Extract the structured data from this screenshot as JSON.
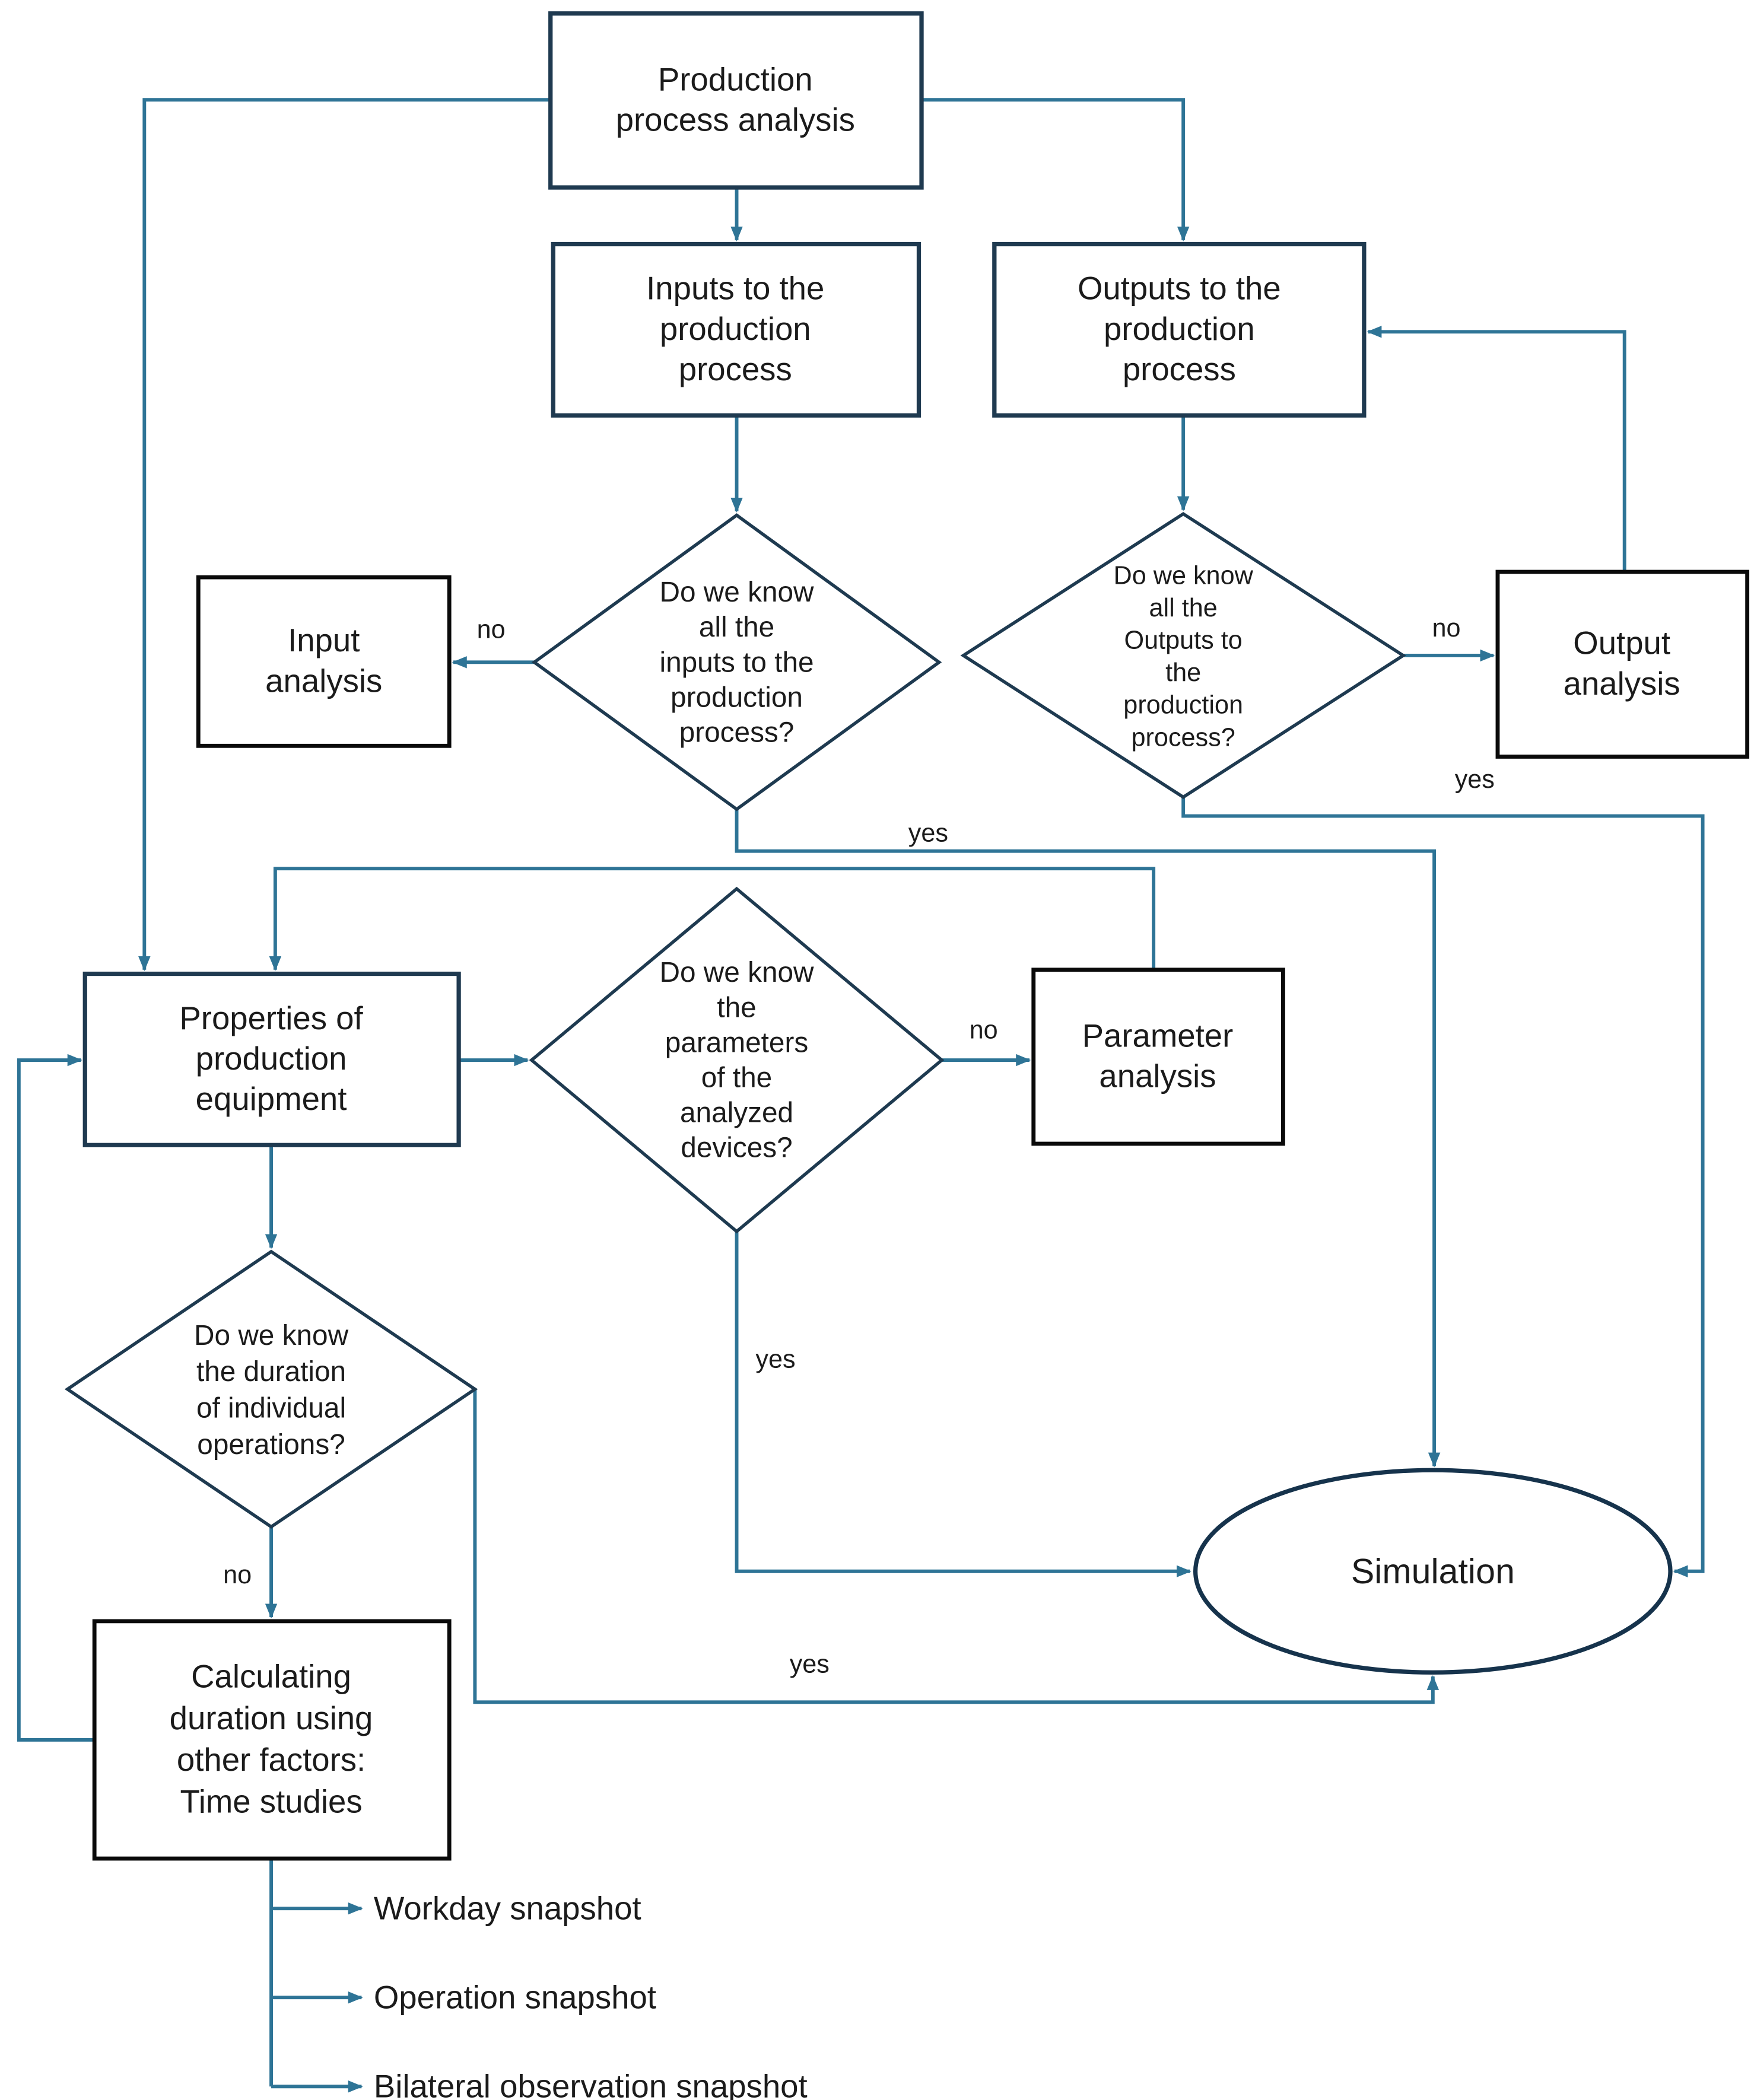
{
  "diagram": {
    "title": "Production process analysis flowchart",
    "colors": {
      "background": "#ffffff",
      "connector": "#2e7496",
      "box_border_navy": "#1f3a50",
      "box_border_black": "#0a0a0a",
      "ellipse_border": "#16334c",
      "text": "#1b1b1b"
    },
    "nodes": {
      "production": {
        "lines": [
          "Production",
          "process analysis"
        ]
      },
      "inputs_box": {
        "lines": [
          "Inputs to the",
          "production",
          "process"
        ]
      },
      "outputs_box": {
        "lines": [
          "Outputs to the",
          "production",
          "process"
        ]
      },
      "inputs_decision": {
        "lines": [
          "Do we know",
          "all the",
          "inputs to the",
          "production",
          "process?"
        ]
      },
      "outputs_decision": {
        "lines": [
          "Do we know",
          "all the",
          "Outputs to",
          "the",
          "production",
          "process?"
        ]
      },
      "input_analysis": {
        "lines": [
          "Input",
          "analysis"
        ]
      },
      "output_analysis": {
        "lines": [
          "Output",
          "analysis"
        ]
      },
      "properties": {
        "lines": [
          "Properties of",
          "production",
          "equipment"
        ]
      },
      "params_decision": {
        "lines": [
          "Do we know",
          "the",
          "parameters",
          "of the",
          "analyzed",
          "devices?"
        ]
      },
      "parameter_analysis": {
        "lines": [
          "Parameter",
          "analysis"
        ]
      },
      "duration_decision": {
        "lines": [
          "Do we know",
          "the duration",
          "of individual",
          "operations?"
        ]
      },
      "calc_duration": {
        "lines": [
          "Calculating",
          "duration using",
          "other factors:",
          "Time studies"
        ]
      },
      "simulation": {
        "label": "Simulation"
      },
      "snapshots": [
        "Workday snapshot",
        "Operation snapshot",
        "Bilateral observation snapshot"
      ]
    },
    "edge_labels": {
      "yes": "yes",
      "no": "no"
    },
    "edges": [
      {
        "from": "production",
        "to": "inputs_box",
        "label": ""
      },
      {
        "from": "production",
        "to": "outputs_box",
        "label": ""
      },
      {
        "from": "production",
        "to": "properties",
        "label": ""
      },
      {
        "from": "inputs_box",
        "to": "inputs_decision",
        "label": ""
      },
      {
        "from": "outputs_box",
        "to": "outputs_decision",
        "label": ""
      },
      {
        "from": "inputs_decision",
        "to": "input_analysis",
        "label": "no"
      },
      {
        "from": "inputs_decision",
        "to": "simulation",
        "label": "yes"
      },
      {
        "from": "outputs_decision",
        "to": "output_analysis",
        "label": "no"
      },
      {
        "from": "outputs_decision",
        "to": "simulation",
        "label": "yes"
      },
      {
        "from": "output_analysis",
        "to": "outputs_box",
        "label": ""
      },
      {
        "from": "properties",
        "to": "params_decision",
        "label": ""
      },
      {
        "from": "params_decision",
        "to": "parameter_analysis",
        "label": "no"
      },
      {
        "from": "params_decision",
        "to": "simulation",
        "label": "yes"
      },
      {
        "from": "parameter_analysis",
        "to": "properties",
        "label": ""
      },
      {
        "from": "properties",
        "to": "duration_decision",
        "label": ""
      },
      {
        "from": "duration_decision",
        "to": "calc_duration",
        "label": "no"
      },
      {
        "from": "duration_decision",
        "to": "simulation",
        "label": "yes"
      },
      {
        "from": "calc_duration",
        "to": "properties",
        "label": ""
      },
      {
        "from": "calc_duration",
        "to": "snapshot_workday",
        "label": ""
      },
      {
        "from": "calc_duration",
        "to": "snapshot_operation",
        "label": ""
      },
      {
        "from": "calc_duration",
        "to": "snapshot_bilateral",
        "label": ""
      }
    ]
  }
}
